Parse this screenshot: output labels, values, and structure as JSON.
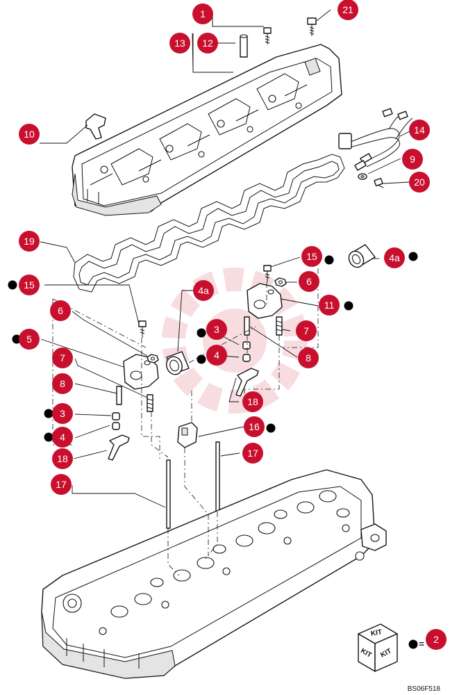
{
  "diagram": {
    "figure_code": "BS06F518",
    "colors": {
      "callout": "#c8102e",
      "line": "#111111",
      "marker": "#000000"
    },
    "callouts": [
      {
        "label": "1",
        "kit": false
      },
      {
        "label": "21",
        "kit": false
      },
      {
        "label": "13",
        "kit": false
      },
      {
        "label": "12",
        "kit": false
      },
      {
        "label": "10",
        "kit": false
      },
      {
        "label": "14",
        "kit": false
      },
      {
        "label": "9",
        "kit": false
      },
      {
        "label": "20",
        "kit": false
      },
      {
        "label": "19",
        "kit": false
      },
      {
        "label": "15",
        "kit": true
      },
      {
        "label": "4a",
        "kit": true
      },
      {
        "label": "15",
        "kit": true
      },
      {
        "label": "6",
        "kit": false
      },
      {
        "label": "11",
        "kit": true
      },
      {
        "label": "4a",
        "kit": false
      },
      {
        "label": "6",
        "kit": false
      },
      {
        "label": "3",
        "kit": true
      },
      {
        "label": "7",
        "kit": false
      },
      {
        "label": "5",
        "kit": true
      },
      {
        "label": "4",
        "kit": true
      },
      {
        "label": "8",
        "kit": false
      },
      {
        "label": "7",
        "kit": false
      },
      {
        "label": "8",
        "kit": false
      },
      {
        "label": "18",
        "kit": false
      },
      {
        "label": "3",
        "kit": true
      },
      {
        "label": "16",
        "kit": true
      },
      {
        "label": "4",
        "kit": true
      },
      {
        "label": "17",
        "kit": false
      },
      {
        "label": "18",
        "kit": false
      },
      {
        "label": "17",
        "kit": false
      }
    ],
    "legend": {
      "kit_label": "KIT",
      "equals": "=",
      "callout": "2"
    }
  }
}
